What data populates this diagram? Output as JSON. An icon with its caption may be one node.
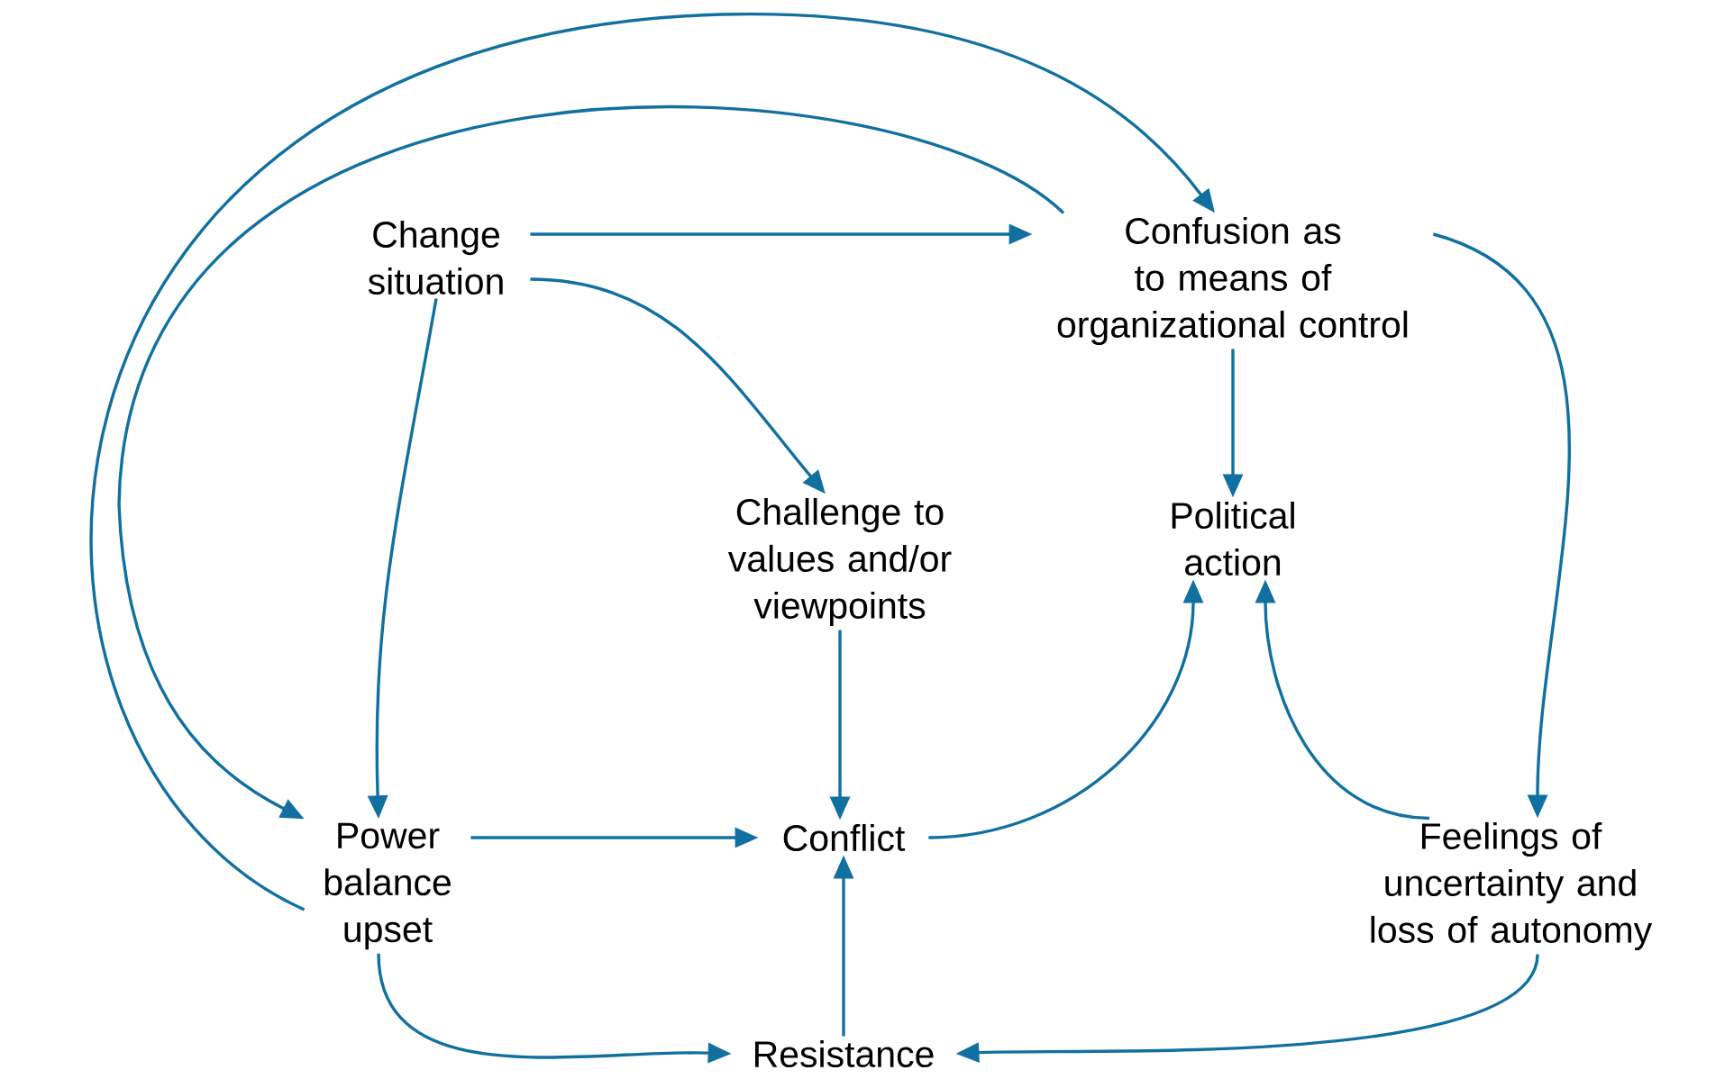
{
  "diagram": {
    "nodes": [
      {
        "text": [
          "Change situation"
        ]
      },
      {
        "text": [
          "Confusion as to means of organizational control"
        ]
      },
      {
        "text": [
          "Challenge to values and/or viewpoints"
        ]
      },
      {
        "text": [
          "Political action"
        ]
      },
      {
        "text": [
          "Power balance upset"
        ]
      },
      {
        "text": [
          "Conflict"
        ]
      },
      {
        "text": [
          "Feelings of uncertainty and loss of autonomy"
        ]
      },
      {
        "text": [
          "Resistance"
        ]
      }
    ],
    "edges": [
      {
        "from": 0,
        "to": 1,
        "arrow": "to"
      },
      {
        "from": 0,
        "to": 2,
        "arrow": "to"
      },
      {
        "from": 0,
        "to": 4,
        "arrow": "to"
      },
      {
        "from": 1,
        "to": 3,
        "arrow": "to"
      },
      {
        "from": 1,
        "to": 6,
        "arrow": "to"
      },
      {
        "from": 4,
        "to": 5,
        "arrow": "to"
      },
      {
        "from": 2,
        "to": 5,
        "arrow": "to"
      },
      {
        "from": 7,
        "to": 5,
        "arrow": "to"
      },
      {
        "from": 5,
        "to": 3,
        "arrow": "to"
      },
      {
        "from": 6,
        "to": 3,
        "arrow": "to"
      },
      {
        "from": 4,
        "to": 7,
        "arrow": "to"
      },
      {
        "from": 6,
        "to": 7,
        "arrow": "to"
      },
      {
        "from": 4,
        "to": 1,
        "arrow": "to"
      },
      {
        "from": 1,
        "to": 4,
        "arrow": "to"
      }
    ]
  }
}
